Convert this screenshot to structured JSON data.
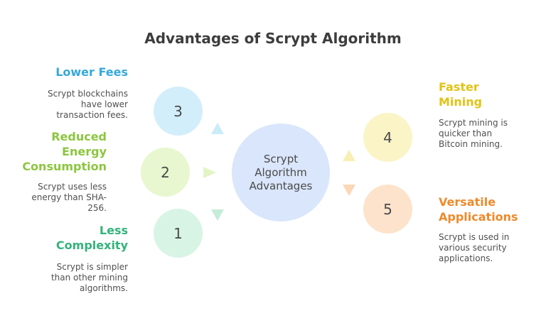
{
  "title": "Advantages of Scrypt Algorithm",
  "center": {
    "lines": [
      "Scrypt",
      "Algorithm",
      "Advantages"
    ]
  },
  "items": [
    {
      "number": "3",
      "heading": [
        "Lower Fees"
      ],
      "description": [
        "Scrypt blockchains",
        "have lower",
        "transaction fees."
      ],
      "color": "#35a9db"
    },
    {
      "number": "2",
      "heading": [
        "Reduced",
        "Energy",
        "Consumption"
      ],
      "description": [
        "Scrypt uses less",
        "energy than SHA-",
        "256."
      ],
      "color": "#8cc63f"
    },
    {
      "number": "1",
      "heading": [
        "Less",
        "Complexity"
      ],
      "description": [
        "Scrypt is simpler",
        "than other mining",
        "algorithms."
      ],
      "color": "#33b37a"
    },
    {
      "number": "4",
      "heading": [
        "Faster",
        "Mining"
      ],
      "description": [
        "Scrypt mining is",
        "quicker than",
        "Bitcoin mining."
      ],
      "color": "#e2c316"
    },
    {
      "number": "5",
      "heading": [
        "Versatile",
        "Applications"
      ],
      "description": [
        "Scrypt is used in",
        "various security",
        "applications."
      ],
      "color": "#ee8a2c"
    }
  ]
}
